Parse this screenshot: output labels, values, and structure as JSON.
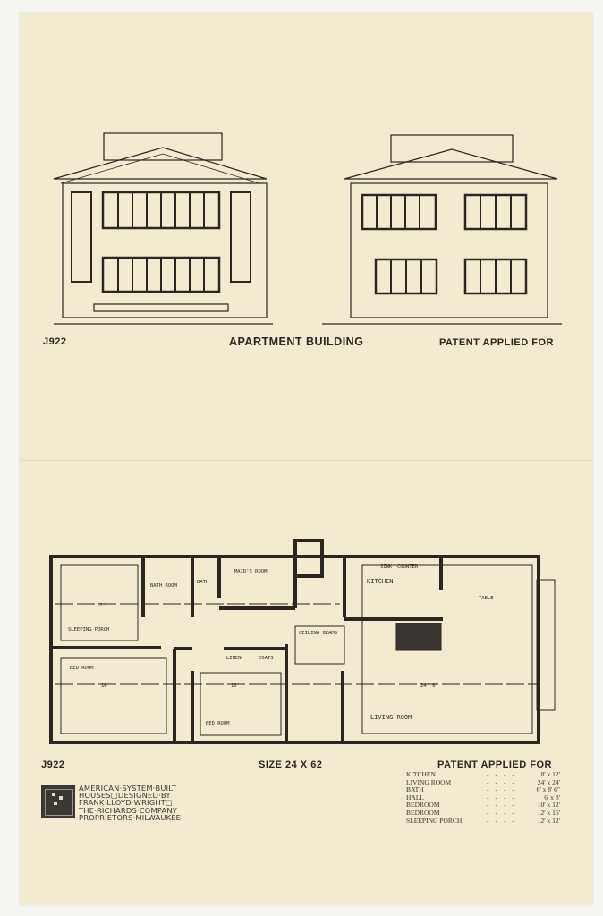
{
  "elevations": {
    "code": "J922",
    "title": "APARTMENT BUILDING",
    "patent": "PATENT APPLIED FOR"
  },
  "plan": {
    "code": "J922",
    "size": "SIZE 24 X 62",
    "patent": "PATENT APPLIED FOR",
    "rooms": {
      "sleeping_porch": "SLEEPING PORCH",
      "bath_room": "BATH ROOM",
      "bath": "BATH",
      "maids_room": "MAID'S ROOM",
      "bed_room_1": "BED ROOM",
      "bed_room_2": "BED ROOM",
      "linen": "LINEN",
      "coats": "COATS",
      "kitchen": "KITCHEN",
      "living_room": "LIVING ROOM",
      "counter": "COUNTER",
      "sink": "SINK",
      "table": "TABLE",
      "ceiling_beams": "CEILING BEAMS",
      "dim_living": "24' 0\"",
      "dim_sleeping": "12'",
      "dim_bed1": "16'",
      "dim_bed2": "10'"
    }
  },
  "room_sizes": [
    {
      "room": "KITCHEN",
      "size": "8' x 12'"
    },
    {
      "room": "LIVING ROOM",
      "size": "24' x 24'"
    },
    {
      "room": "BATH",
      "size": "6' x 8' 6\""
    },
    {
      "room": "HALL",
      "size": "6' x 8'"
    },
    {
      "room": "BEDROOM",
      "size": "10' x 12'"
    },
    {
      "room": "BEDROOM",
      "size": "12' x 16'"
    },
    {
      "room": "SLEEPING PORCH",
      "size": "12' x 12'"
    }
  ],
  "logo": {
    "lines": [
      "AMERICAN·SYSTEM·BUILT",
      "HOUSES▢DESIGNED·BY",
      "FRANK·LLOYD·WRIGHT▢",
      "THE·RICHARDS·COMPANY",
      "PROPRIETORS·MILWAUKEE"
    ]
  },
  "colors": {
    "paper": "#f2ebd2",
    "ink": "#2a2622"
  }
}
